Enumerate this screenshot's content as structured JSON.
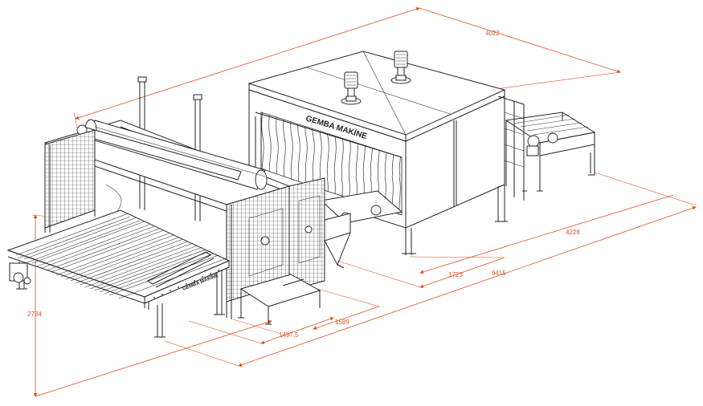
{
  "drawing": {
    "brand_primary": "GEMBA MAKİNE",
    "brand_secondary": "GEMBA MAKİNE",
    "line_color": "#222222",
    "dimension_color": "#e0531f"
  },
  "dimensions": {
    "d4022": "4022",
    "d4228": "4228",
    "d9415": "9415",
    "d1723": "1723",
    "d1589": "1589",
    "d1497": "1497,5",
    "d2734": "2734"
  }
}
